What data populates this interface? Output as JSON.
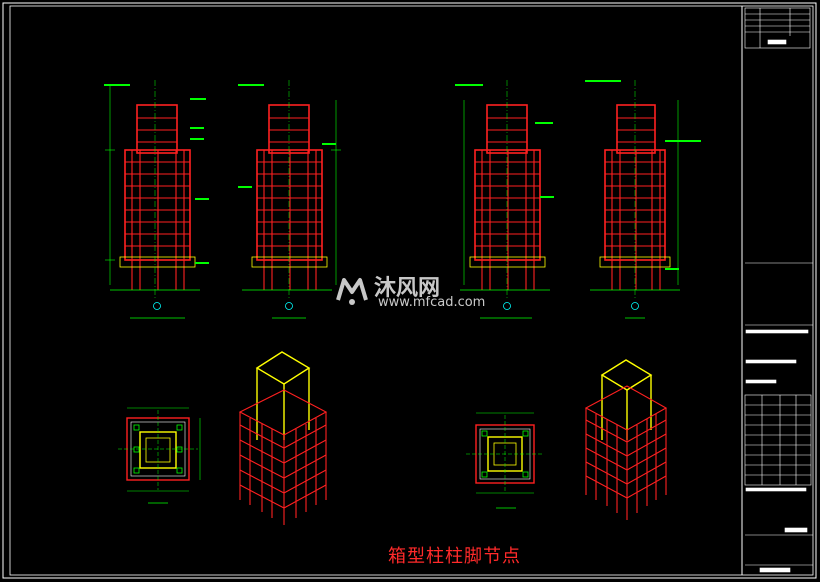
{
  "drawing": {
    "caption": "箱型柱柱脚节点",
    "background": "#000000",
    "line_colors": {
      "frame": "#ffffff",
      "steel": "#ff2020",
      "plate": "#ffff00",
      "dim": "#00ff00",
      "axis": "#00ffff"
    }
  },
  "watermark": {
    "name": "沐风网",
    "url": "www.mfcad.com",
    "logo_icon": "mfcad-logo-icon"
  },
  "views": {
    "elevations": 4,
    "plans": 2,
    "isometrics": 2
  }
}
